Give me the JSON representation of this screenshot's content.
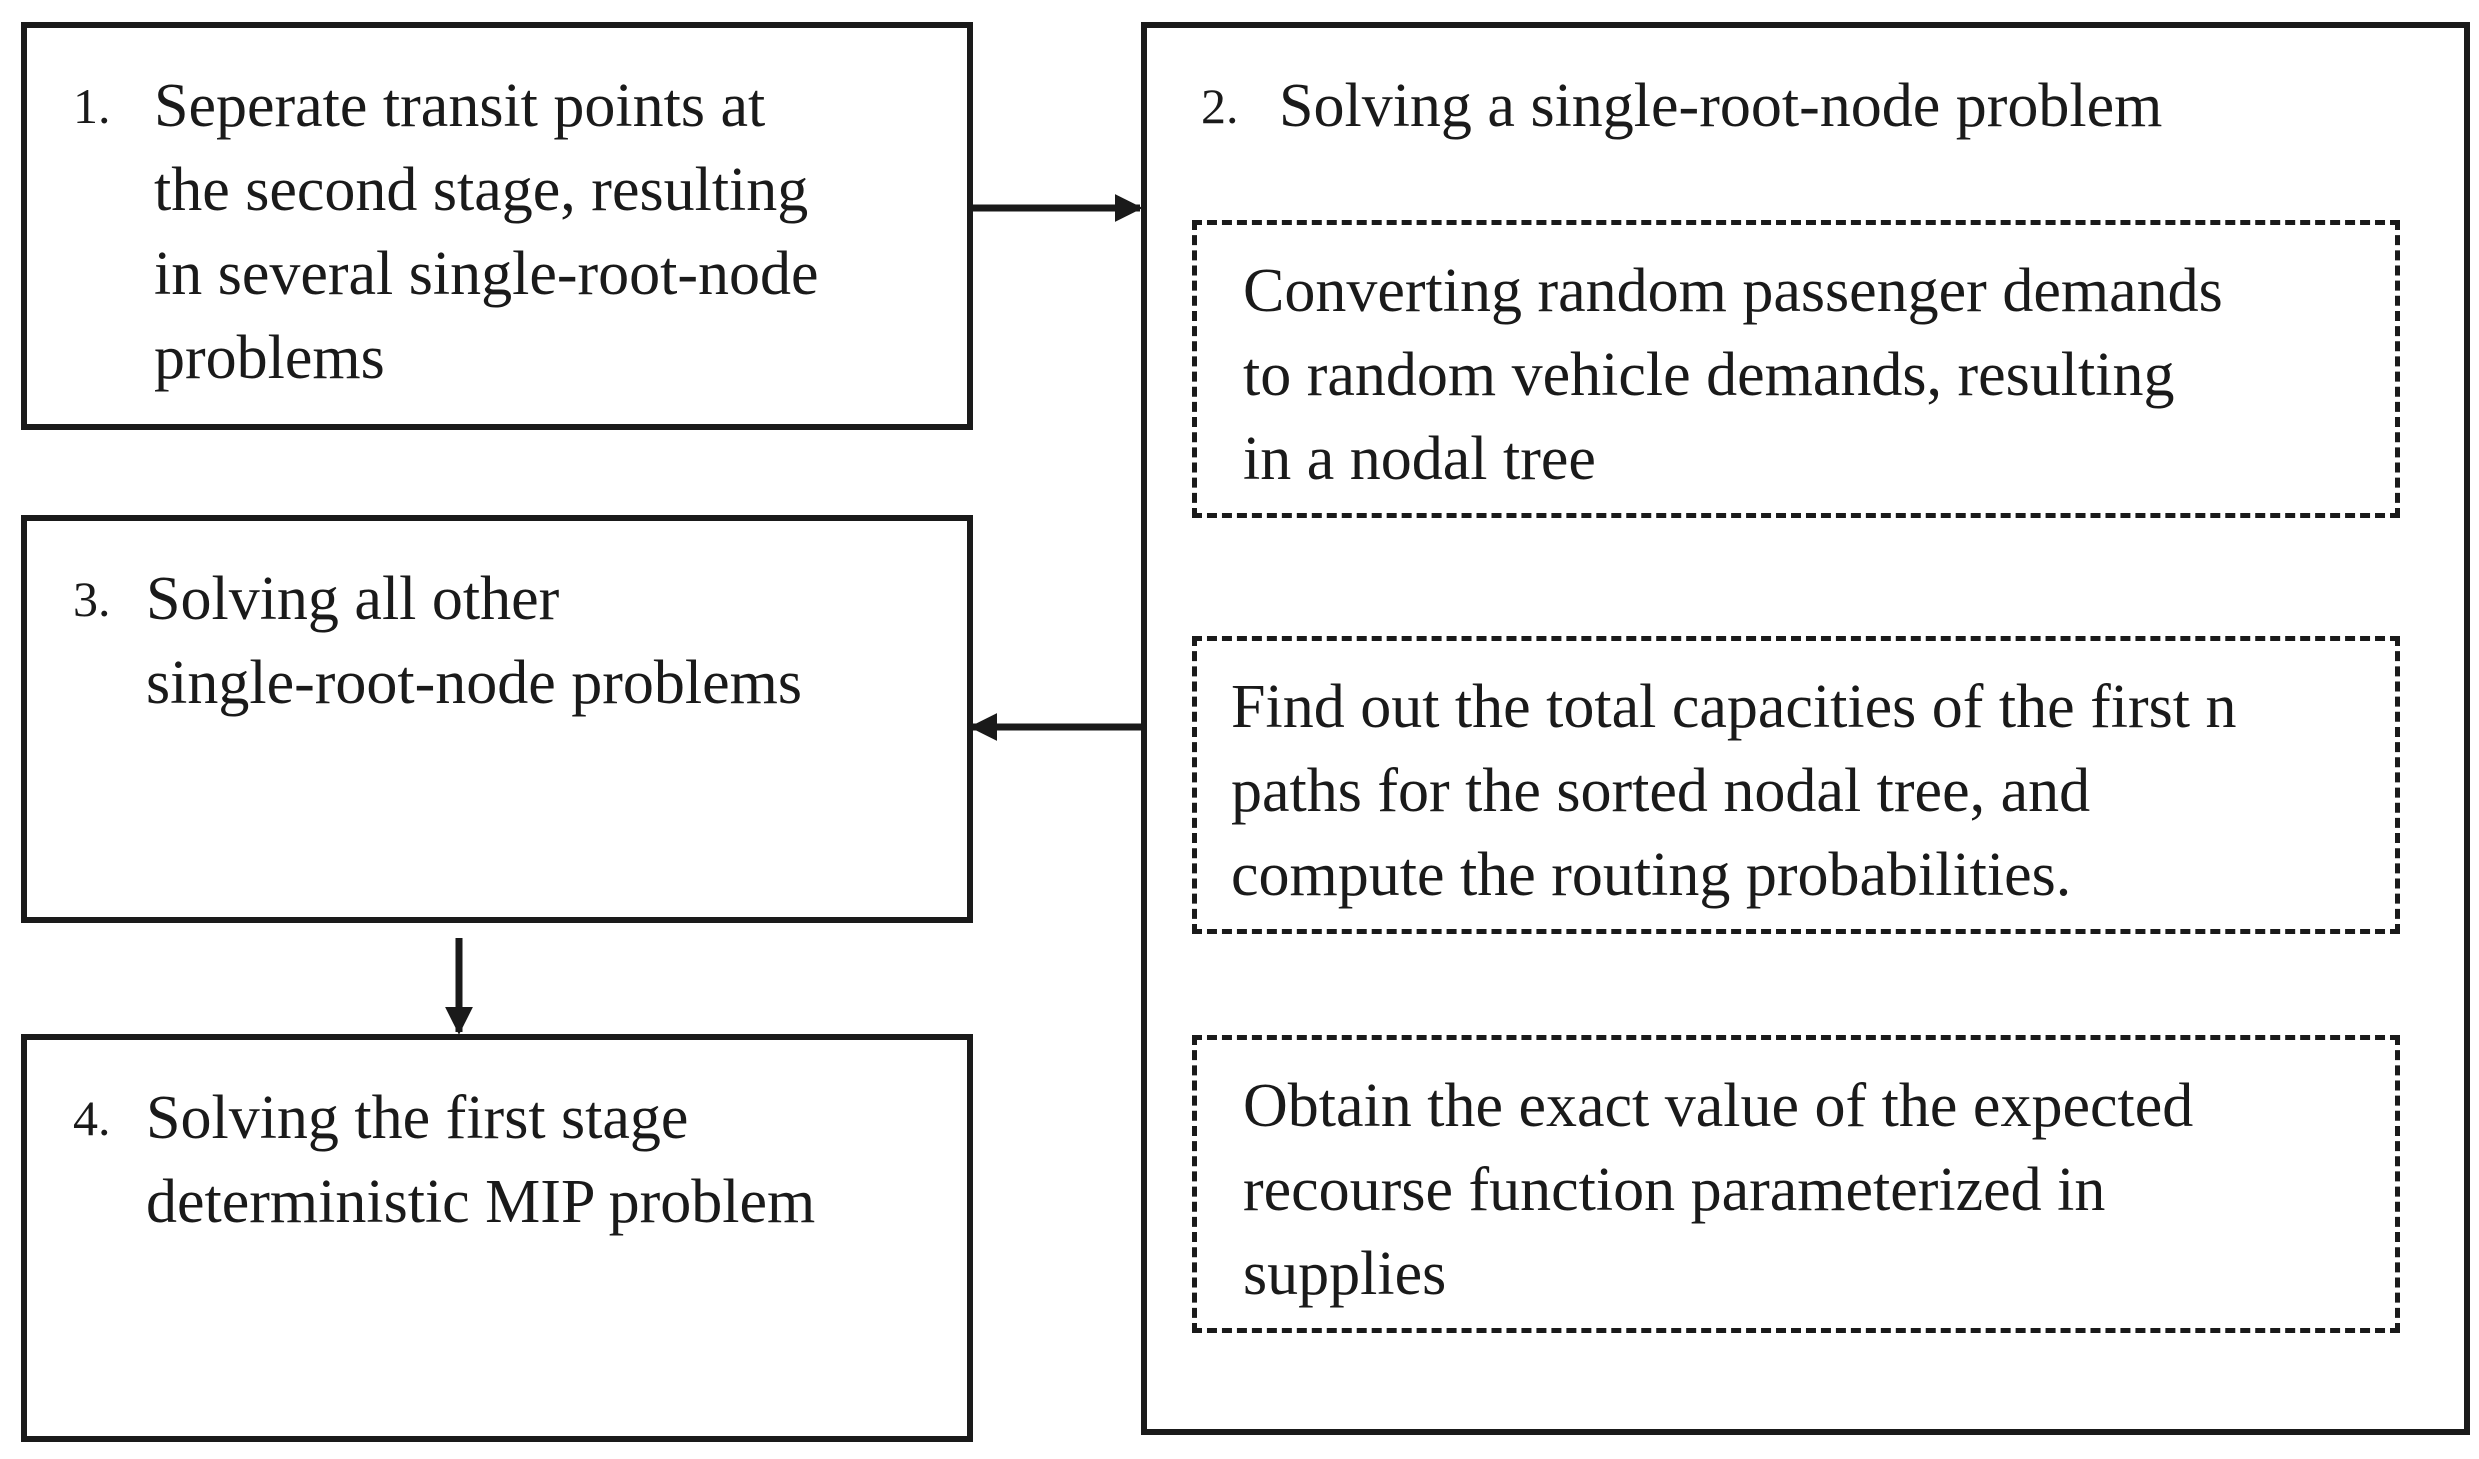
{
  "step1": {
    "number": "1.",
    "lines": [
      "Seperate transit points at",
      "the second stage, resulting",
      "in several single-root-node",
      "problems"
    ]
  },
  "step2": {
    "number": "2.",
    "title": "Solving a single-root-node problem",
    "substeps": [
      {
        "lines": [
          "Converting random passenger demands",
          "to random vehicle demands, resulting",
          "in a nodal tree"
        ]
      },
      {
        "lines": [
          "Find out the total capacities of the first n",
          "paths for the sorted nodal tree, and",
          "compute the routing probabilities."
        ]
      },
      {
        "lines": [
          "Obtain the exact value of the expected",
          "recourse function parameterized in",
          "supplies"
        ]
      }
    ]
  },
  "step3": {
    "number": "3.",
    "lines": [
      "Solving all other",
      "single-root-node problems"
    ]
  },
  "step4": {
    "number": "4.",
    "lines": [
      "Solving the first stage",
      "deterministic MIP problem"
    ]
  },
  "colors": {
    "stroke": "#1a1a1a",
    "background": "#ffffff"
  }
}
